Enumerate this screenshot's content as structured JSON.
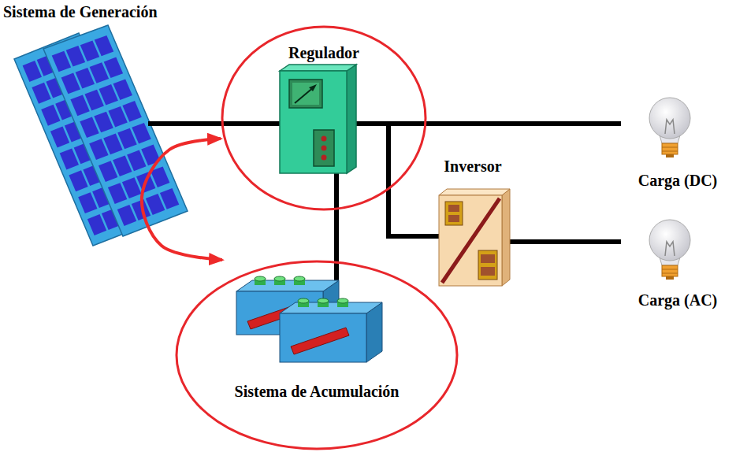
{
  "diagram": {
    "nodes": [
      {
        "text": [
          "Sistema de Generación"
        ]
      },
      {
        "text": [
          "Regulador"
        ]
      },
      {
        "text": [
          "Inversor"
        ]
      },
      {
        "text": [
          "Carga (DC)"
        ]
      },
      {
        "text": [
          "Carga (AC)"
        ]
      },
      {
        "text": [
          "Sistema de Acumulación"
        ]
      }
    ],
    "edges": [
      {
        "from": 0,
        "to": 1,
        "arrow": "none"
      },
      {
        "from": 1,
        "to": 3,
        "arrow": "none"
      },
      {
        "from": 1,
        "to": 2,
        "arrow": "none"
      },
      {
        "from": 2,
        "to": 4,
        "arrow": "none"
      },
      {
        "from": 1,
        "to": 5,
        "arrow": "none"
      },
      {
        "from": 1,
        "to": 5,
        "arrow": "both"
      }
    ]
  }
}
